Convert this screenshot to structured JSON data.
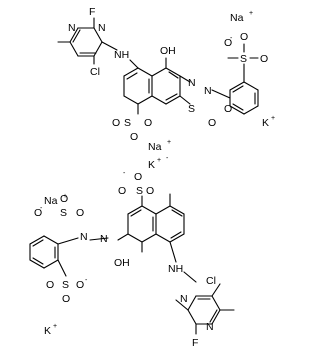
{
  "figure": {
    "description_of_content": "",
    "atoms": {
      "f": "F",
      "cl": "Cl",
      "n": "N",
      "nh": "NH",
      "oh": "OH",
      "o": "O",
      "s": "S",
      "na": "Na",
      "k": "K",
      "plus": "+",
      "minus": "-"
    }
  }
}
